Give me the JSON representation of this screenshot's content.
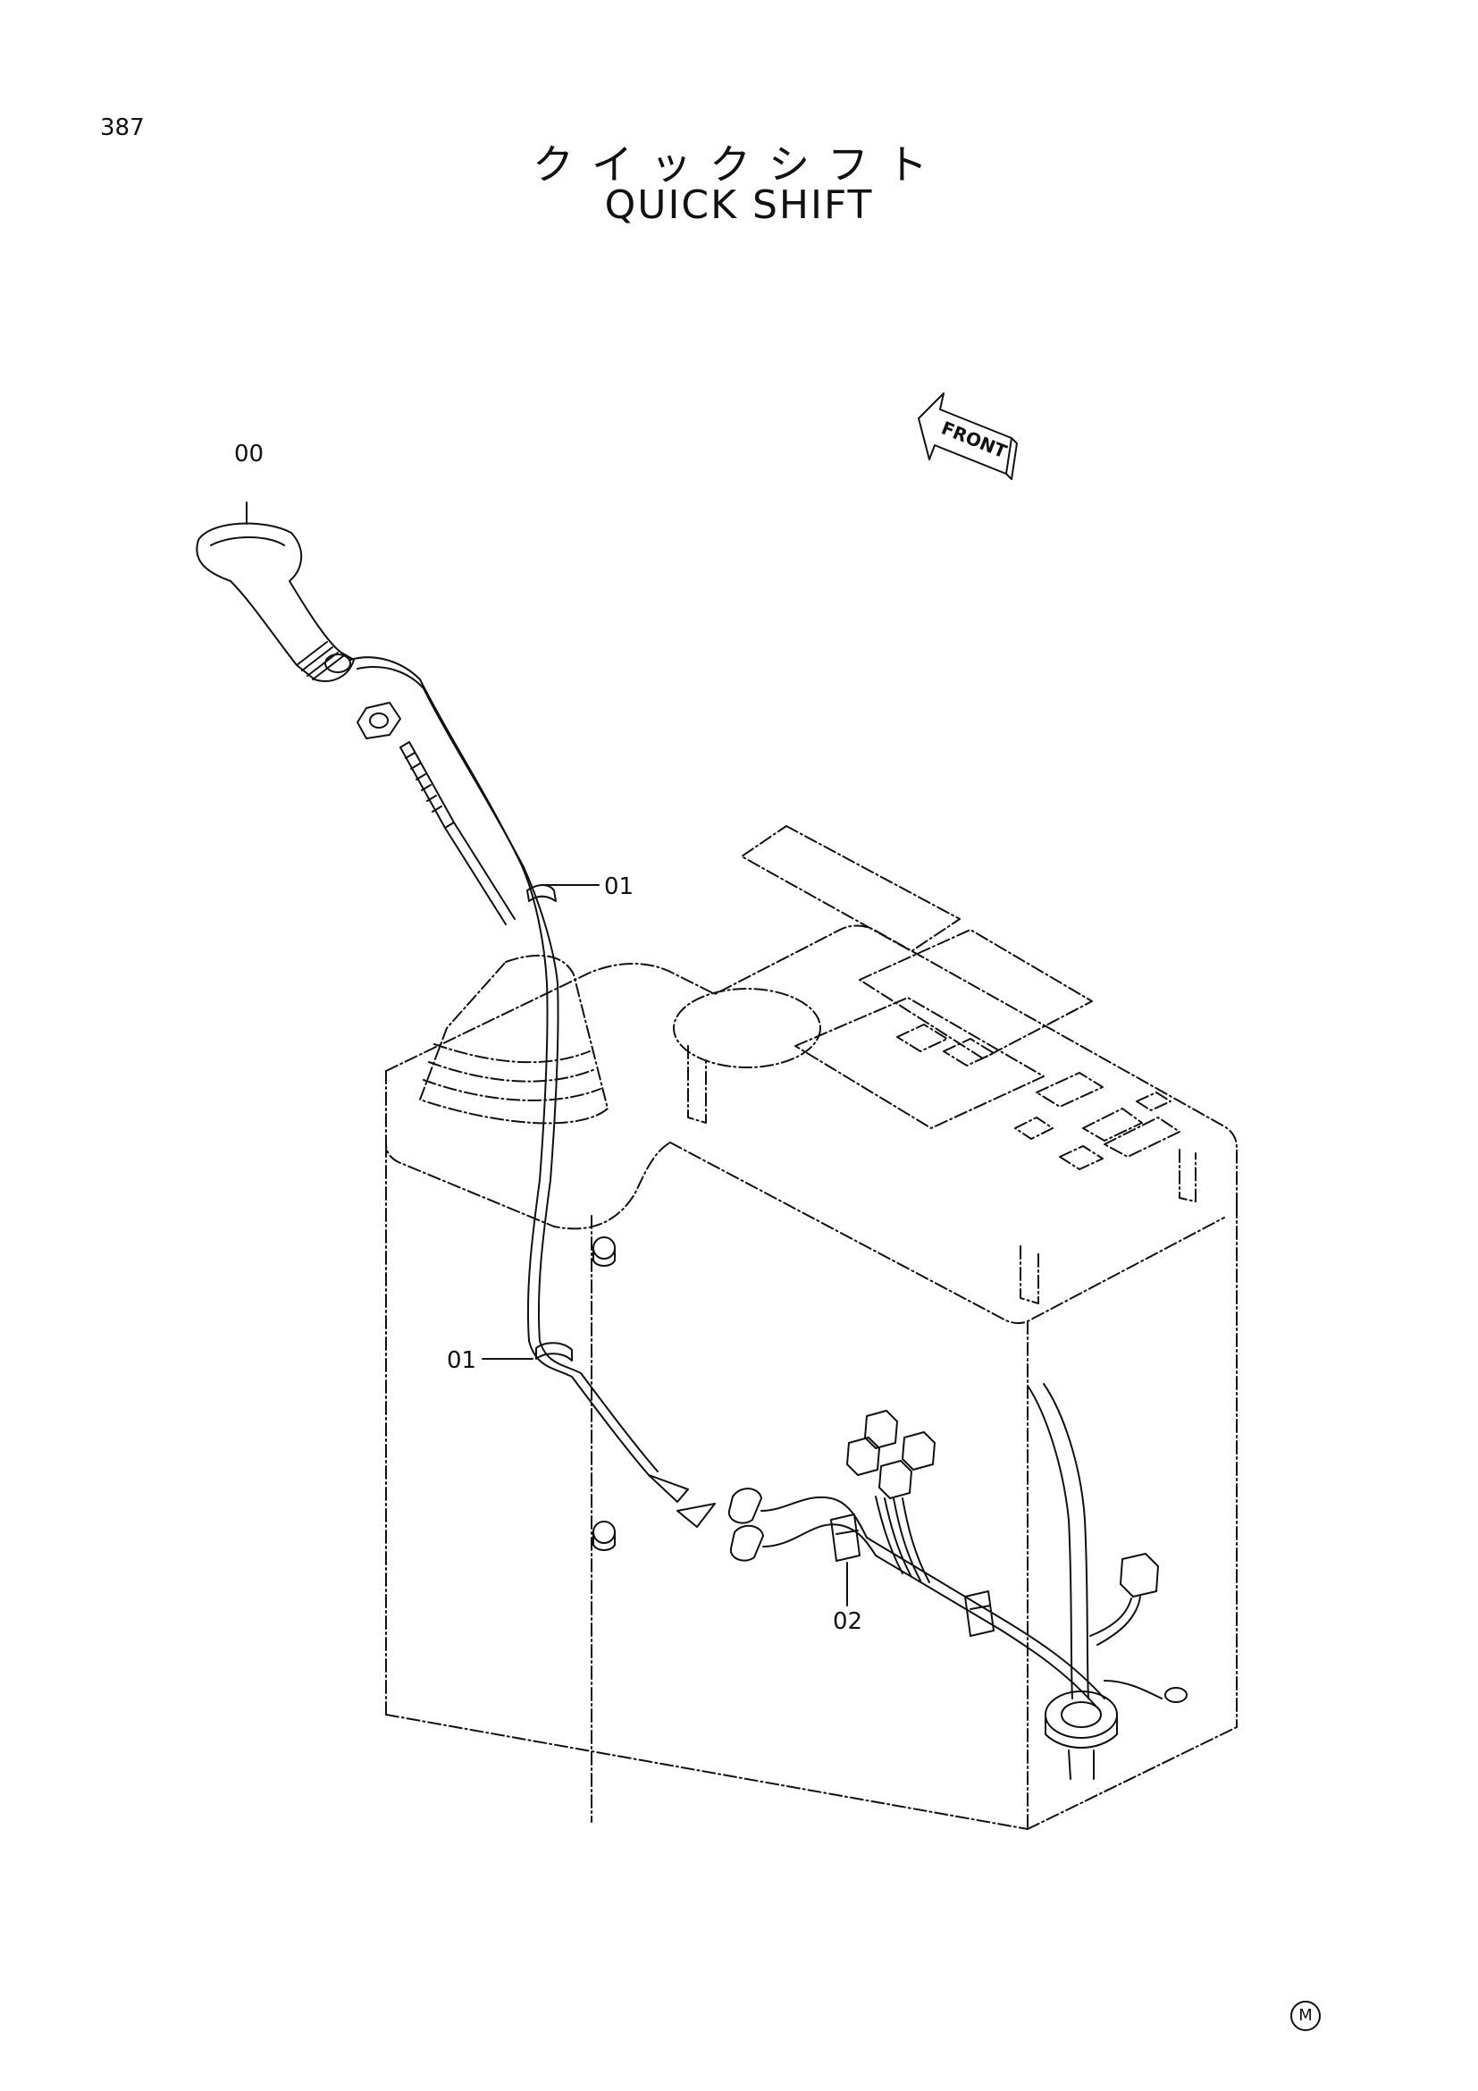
{
  "header": {
    "page_number": "387",
    "title_jp": "クイックシフト",
    "title_en": "QUICK SHIFT"
  },
  "direction_arrow": {
    "label": "FRONT"
  },
  "callouts": {
    "c1": "00",
    "c2": "01",
    "c3": "01",
    "c4": "02"
  },
  "footer": {
    "mark": "M"
  }
}
